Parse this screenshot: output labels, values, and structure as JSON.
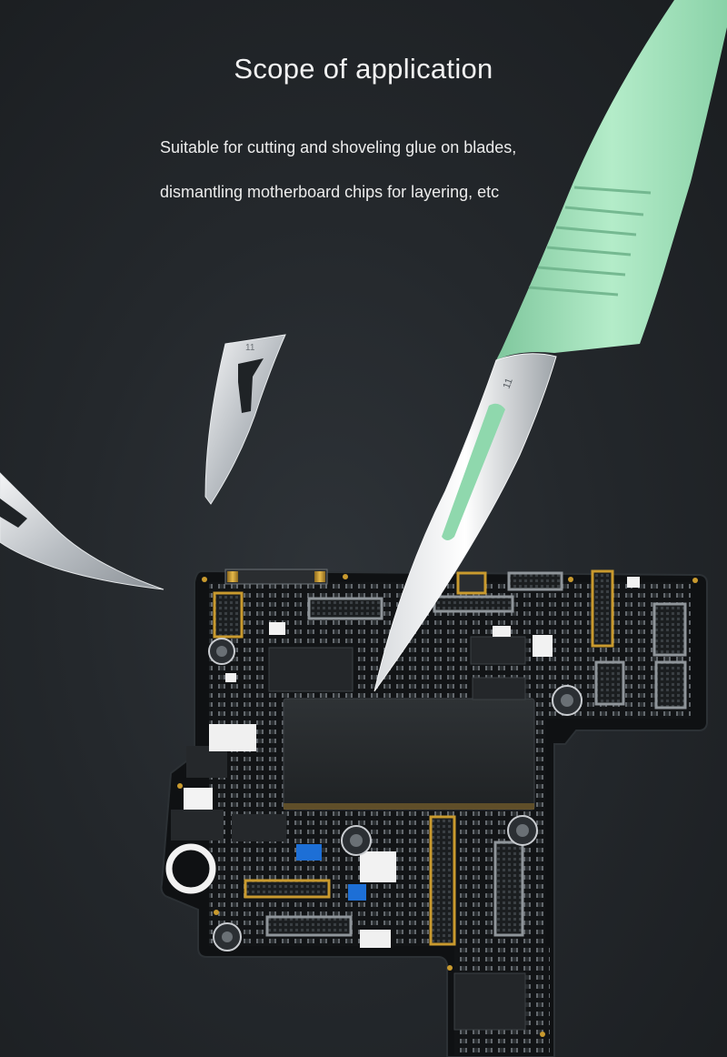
{
  "heading": "Scope of application",
  "description": {
    "line1": "Suitable for cutting and shoveling glue on blades,",
    "line2": "dismantling motherboard chips for layering, etc"
  },
  "blade_number": "11",
  "colors": {
    "background": "#24282c",
    "handle": "#9fdcb6",
    "board": "#121416",
    "chip": "#26292c",
    "connector": "#c99a2e",
    "accent_blue": "#1d6fd6"
  },
  "icons": [
    "scalpel-icon",
    "blade-icon",
    "curved-blade-icon",
    "motherboard-icon"
  ]
}
